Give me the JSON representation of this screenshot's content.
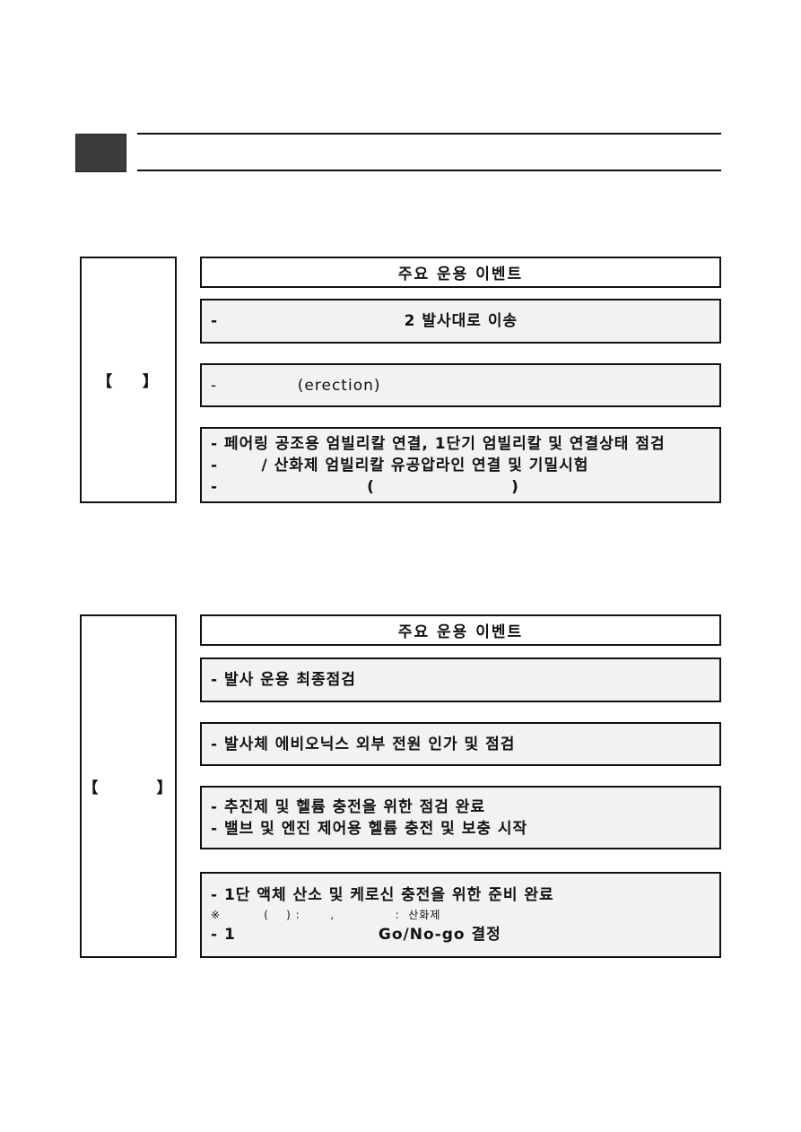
{
  "section1": {
    "side_label": "【    】",
    "table_title": "주요 운용 이벤트",
    "events": [
      {
        "lines": [
          "-                              2 발사대로 이송"
        ]
      },
      {
        "lines": [
          "-              (erection)"
        ]
      },
      {
        "lines": [
          "- 페어링 공조용 엄빌리칼 연결, 1단기 엄빌리칼 및 연결상태 점검",
          "-       / 산화제 엄빌리칼 유공압라인 연결 및 기밀시험",
          "-                        (                      )"
        ]
      }
    ]
  },
  "section2": {
    "side_label": "【        】",
    "table_title": "주요 운용 이벤트",
    "events": [
      {
        "lines": [
          "- 발사 운용 최종점검"
        ]
      },
      {
        "lines": [
          "- 발사체 에비오닉스 외부 전원 인가 및 점검"
        ]
      },
      {
        "lines": [
          "- 추진제 및 헬륨 충전을 위한 점검 완료",
          "- 밸브 및 엔진 제어용 헬륨 충전 및 보충 시작"
        ]
      },
      {
        "lines": [
          "- 1단 액체 산소 및 케로신 충전을 위한 준비 완료",
          "※          (    ) :       ,              :  산화제",
          "- 1                       Go/No-go 결정"
        ]
      }
    ]
  }
}
